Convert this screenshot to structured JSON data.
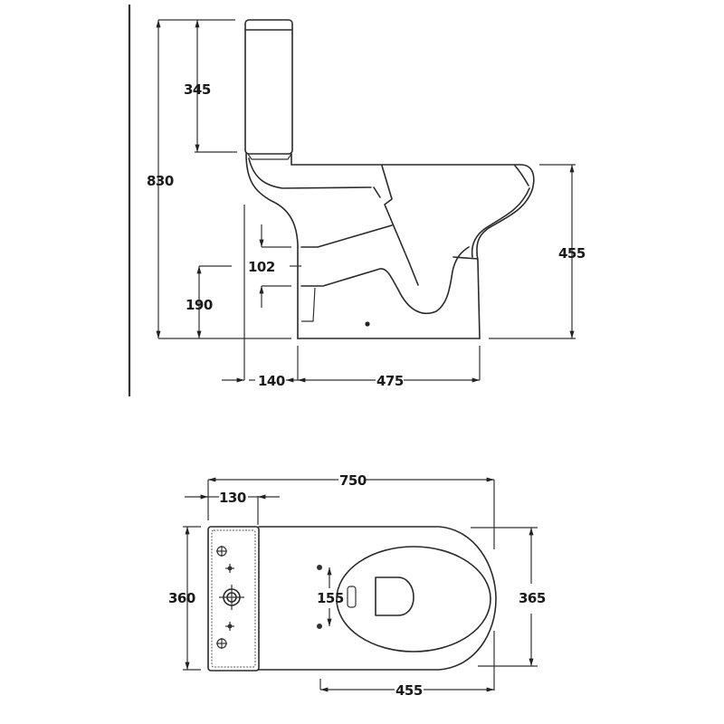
{
  "diagram": {
    "type": "technical-drawing",
    "subject": "close-coupled toilet",
    "units": "mm",
    "side_view": {
      "dimensions": {
        "overall_height": "830",
        "cistern_height": "345",
        "pan_height": "455",
        "outlet_diameter": "102",
        "outlet_centre_height": "190",
        "wall_to_outlet": "140",
        "base_length": "475"
      }
    },
    "plan_view": {
      "dimensions": {
        "overall_length": "750",
        "cistern_depth": "130",
        "cistern_width": "360",
        "pan_width": "365",
        "fixing_centres": "155",
        "pan_projection": "455"
      }
    },
    "colors": {
      "line": "#2a2a2a",
      "background": "#ffffff"
    }
  }
}
